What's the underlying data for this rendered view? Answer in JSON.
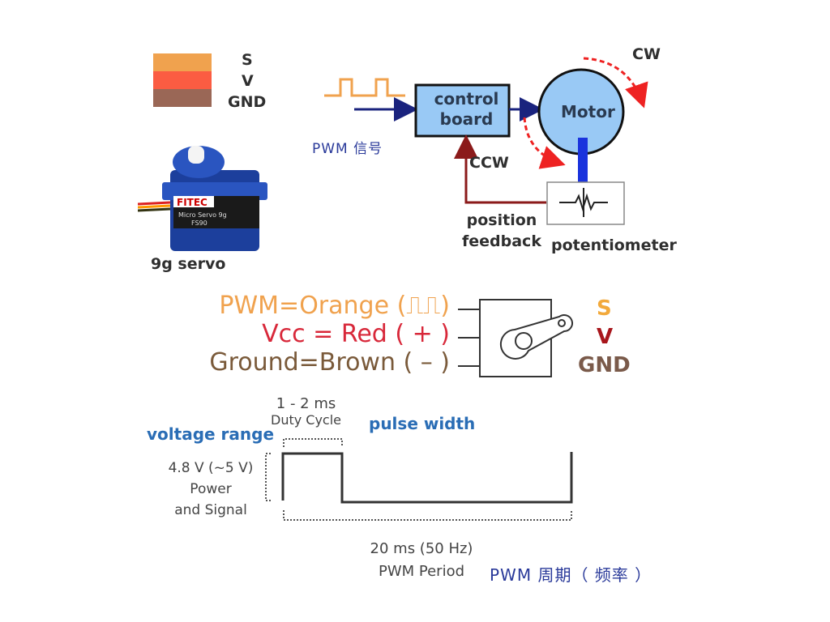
{
  "wire_legend": {
    "items": [
      {
        "label": "S",
        "color": "#f0a24e"
      },
      {
        "label": "V",
        "color": "#fb5c42"
      },
      {
        "label": "GND",
        "color": "#9a6756"
      }
    ]
  },
  "servo_photo": {
    "brand": "FITEC",
    "model_line": "Micro Servo 9g",
    "model": "FS90",
    "caption": "9g servo"
  },
  "block_diagram": {
    "input_label": "PWM 信号",
    "control_board_label_line1": "control",
    "control_board_label_line2": "board",
    "motor_label": "Motor",
    "cw_label": "CW",
    "ccw_label": "CCW",
    "feedback_label_line1": "position",
    "feedback_label_line2": "feedback",
    "potentiometer_label": "potentiometer",
    "colors": {
      "box_fill": "#99c9f5",
      "arrow": "#1a237e",
      "feedback": "#8b1a1a",
      "rotation": "#ee2222",
      "shaft": "#1a33dd",
      "pwm_wave": "#f0a24e"
    }
  },
  "wiring": {
    "lines": [
      {
        "text": "PWM=Orange (⎍⎍)",
        "color": "#f0a24e",
        "pin": "S",
        "pin_color": "#f2a93b"
      },
      {
        "text": "Vcc = Red ( + )",
        "color": "#d8283a",
        "pin": "V",
        "pin_color": "#a8161c"
      },
      {
        "text": "Ground=Brown ( – )",
        "color": "#7a5a3a",
        "pin": "GND",
        "pin_color": "#7a5a4a"
      }
    ]
  },
  "timing": {
    "duty_label_line1": "1 - 2 ms",
    "duty_label_line2": "Duty Cycle",
    "pulse_width_label": "pulse width",
    "voltage_range_label": "voltage range",
    "voltage_line1": "4.8 V (~5 V)",
    "voltage_line2": "Power",
    "voltage_line3": "and Signal",
    "period_line1": "20 ms (50 Hz)",
    "period_line2": "PWM Period",
    "period_cn": "PWM 周期（ 频率 ）"
  }
}
